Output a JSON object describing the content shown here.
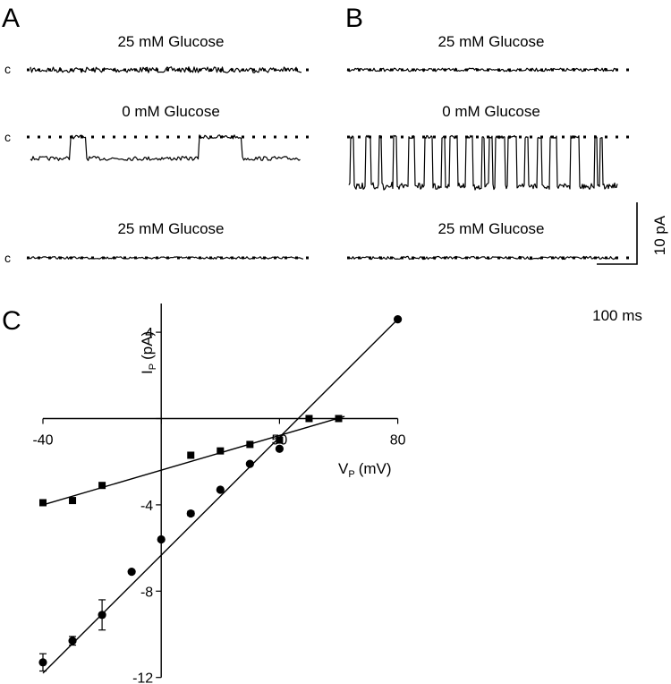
{
  "figure": {
    "panels": {
      "a": {
        "letter": "A",
        "closed_marker": "c",
        "traces": [
          {
            "condition": "25 mM Glucose"
          },
          {
            "condition": "0 mM Glucose"
          },
          {
            "condition": "25 mM Glucose"
          }
        ]
      },
      "b": {
        "letter": "B",
        "traces": [
          {
            "condition": "25 mM Glucose"
          },
          {
            "condition": "0 mM Glucose"
          },
          {
            "condition": "25 mM Glucose"
          }
        ]
      },
      "c": {
        "letter": "C"
      }
    },
    "scale_bar": {
      "current_label": "10 pA",
      "time_label": "100 ms"
    }
  },
  "chart_data": {
    "type": "scatter",
    "title": "",
    "xlabel": {
      "main": "V",
      "sub": "P",
      "unit": "(mV)"
    },
    "ylabel": {
      "main": "I",
      "sub": "P",
      "unit": "(pA)"
    },
    "xlim": [
      -40,
      80
    ],
    "ylim": [
      -12,
      5
    ],
    "x_ticks": [
      -40,
      0,
      40,
      80
    ],
    "x_tick_labels": [
      "-40",
      "",
      "50",
      "80"
    ],
    "y_ticks": [
      -12,
      -8,
      -4,
      0,
      4
    ],
    "y_tick_labels": [
      "-12",
      "-8",
      "-4",
      "",
      "4"
    ],
    "grid": false,
    "series": [
      {
        "marker": "square",
        "x": [
          -40,
          -30,
          -20,
          10,
          20,
          30,
          40,
          50,
          60
        ],
        "y": [
          -3.9,
          -3.8,
          -3.1,
          -1.7,
          -1.5,
          -1.2,
          -1.0,
          0.0,
          0.0
        ],
        "fit": {
          "x": [
            -40,
            62
          ],
          "y": [
            -4.0,
            0.1
          ]
        }
      },
      {
        "marker": "circle",
        "x": [
          -40,
          -30,
          -20,
          -10,
          0,
          10,
          20,
          30,
          40,
          80
        ],
        "y": [
          -11.3,
          -10.3,
          -9.1,
          -7.1,
          -5.6,
          -4.4,
          -3.3,
          -2.1,
          -1.4,
          4.6
        ],
        "err": [
          0.4,
          0.2,
          0.7,
          0,
          0,
          0.1,
          0,
          0,
          0,
          0
        ],
        "fit": {
          "x": [
            -40,
            80
          ],
          "y": [
            -11.8,
            4.6
          ]
        }
      }
    ]
  }
}
